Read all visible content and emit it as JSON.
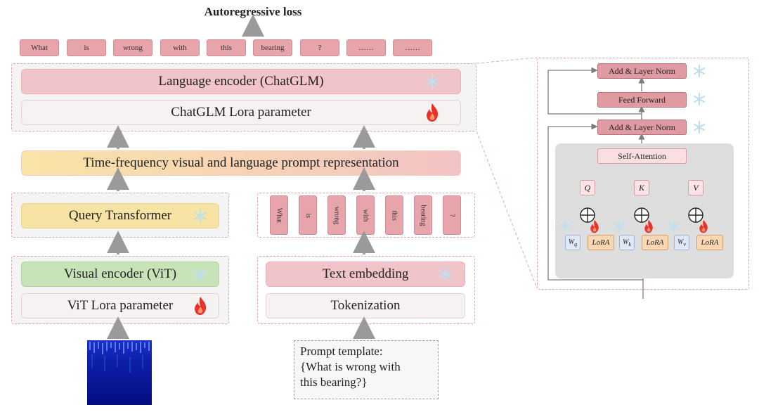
{
  "top_label": "Autoregressive loss",
  "output_tokens": [
    "What",
    "is",
    "wrong",
    "with",
    "this",
    "bearing",
    "?",
    "……",
    "……"
  ],
  "language_encoder": "Language encoder (ChatGLM)",
  "chatglm_lora": "ChatGLM Lora parameter",
  "prompt_representation": "Time-frequency visual and language prompt representation",
  "query_transformer": "Query Transformer",
  "input_tokens": [
    "What",
    "is",
    "wrong",
    "with",
    "this",
    "bearing",
    "?"
  ],
  "visual_encoder": "Visual encoder (ViT)",
  "vit_lora": "ViT Lora parameter",
  "text_embedding": "Text embedding",
  "tokenization": "Tokenization",
  "prompt_template": {
    "line1": "Prompt template:",
    "line2": "{What is wrong with",
    "line3": "this bearing?}"
  },
  "transformer_block": {
    "add_norm_top": "Add & Layer Norm",
    "feed_forward": "Feed Forward",
    "add_norm_bottom": "Add & Layer Norm",
    "self_attention": "Self-Attention",
    "q": "Q",
    "k": "K",
    "v": "V",
    "w_q": "Wq",
    "w_k": "Wk",
    "w_v": "Wv",
    "lora": "LoRA"
  },
  "colors": {
    "token_pink": "#e7a4aa",
    "frozen_blue": "#bfe0ee",
    "trainable_red": "#e8322b",
    "vit_green": "#c7e3b7",
    "query_yellow": "#f7e3a3",
    "attention_gray": "#dedede"
  }
}
